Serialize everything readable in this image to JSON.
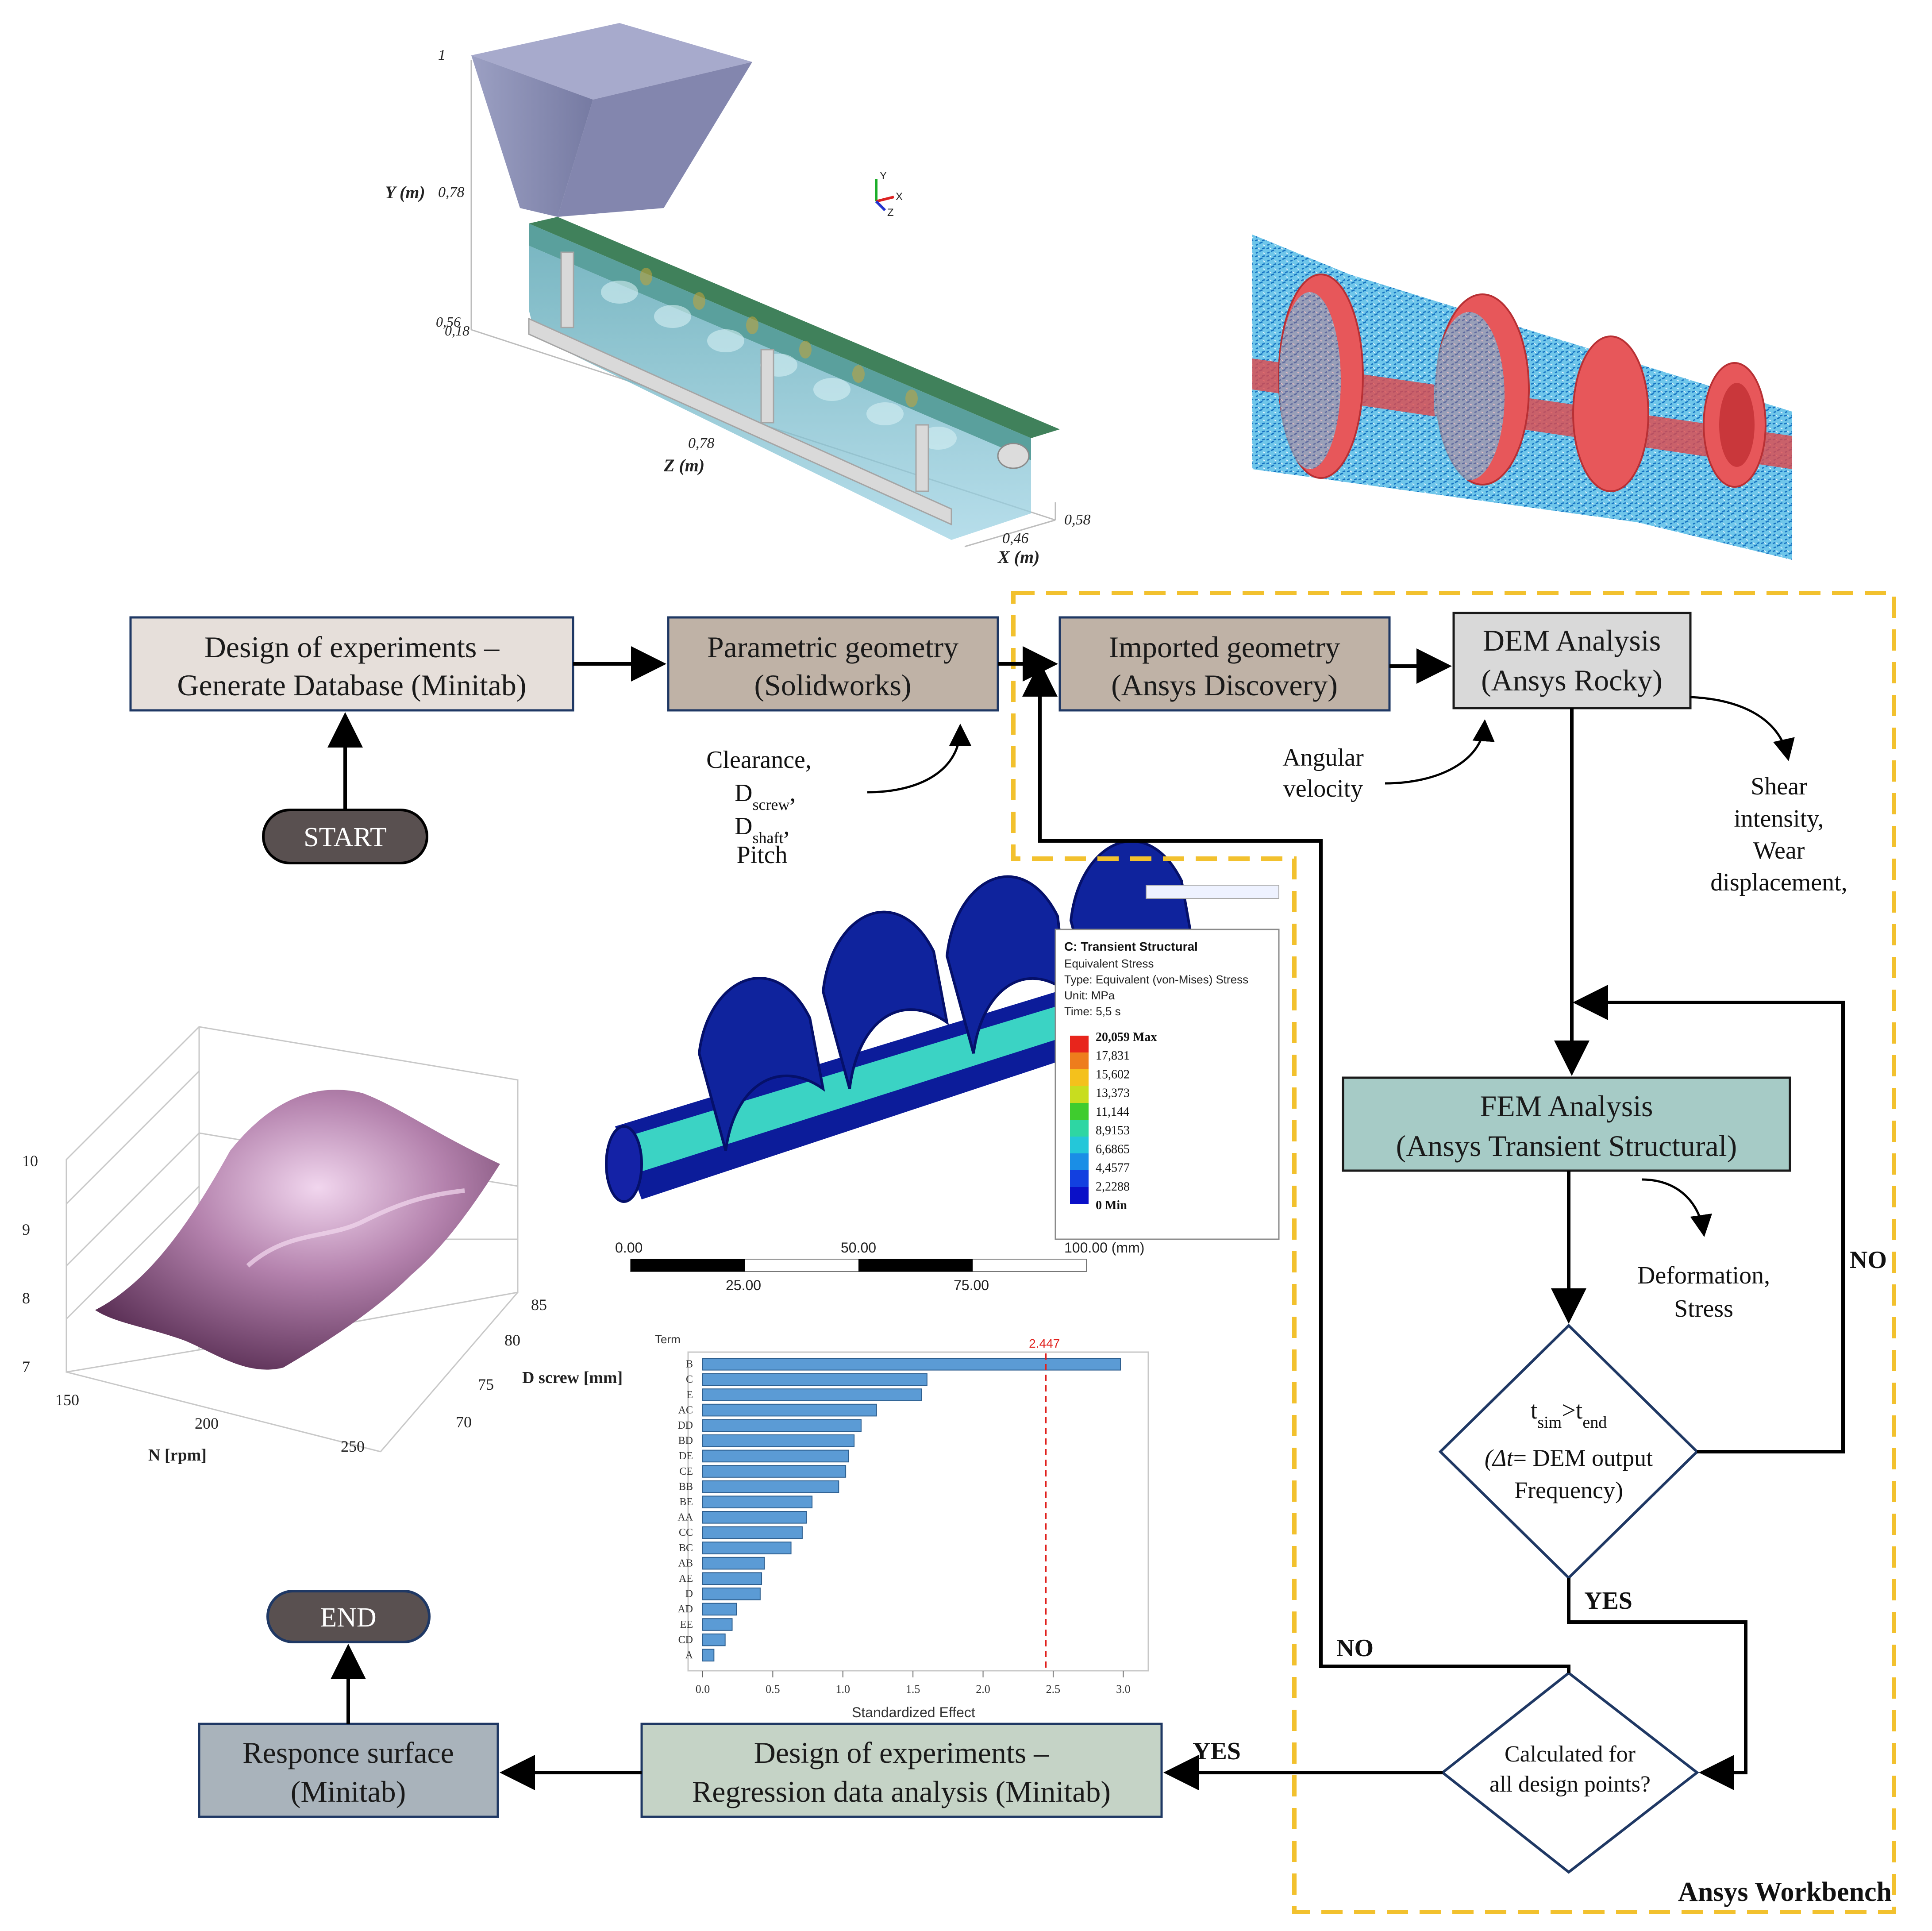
{
  "flowchart": {
    "doe_generate": {
      "line1": "Design of experiments –",
      "line2": "Generate Database (Minitab)"
    },
    "param_geom": {
      "line1": "Parametric geometry",
      "line2": "(Solidworks)"
    },
    "imported_geom": {
      "line1": "Imported geometry",
      "line2": "(Ansys Discovery)"
    },
    "dem": {
      "line1": "DEM Analysis",
      "line2": "(Ansys Rocky)"
    },
    "fem": {
      "line1": "FEM Analysis",
      "line2": "(Ansys Transient Structural)"
    },
    "doe_regression": {
      "line1": "Design of experiments –",
      "line2": "Regression data analysis (Minitab)"
    },
    "response_surface": {
      "line1": "Responce surface",
      "line2": "(Minitab)"
    },
    "start": "START",
    "end": "END",
    "params_input": {
      "clearance": "Clearance,",
      "dscrew": "D",
      "dscrew_sub": "screw",
      "dscrew_comma": ",",
      "dshaft": "D",
      "dshaft_sub": "shaft",
      "dshaft_comma": ",",
      "pitch": "Pitch"
    },
    "angular_input": {
      "line1": "Angular",
      "line2": "velocity"
    },
    "dem_output": {
      "line1": "Shear",
      "line2": "intensity,",
      "line3": "Wear",
      "line4": "displacement,"
    },
    "fem_output": {
      "line1": "Deformation,",
      "line2": "Stress"
    },
    "decision_time": {
      "t": "t",
      "sim": "sim",
      "gt": ">t",
      "end": "end",
      "line2a": "(Δt",
      "line2b": "= DEM output",
      "line3": "Frequency)"
    },
    "decision_points": {
      "line1": "Calculated for",
      "line2": "all design points?"
    },
    "yes": "YES",
    "no": "NO",
    "workbench": "Ansys Workbench"
  },
  "conveyor_axes": {
    "y_label": "Y (m)",
    "z_label": "Z (m)",
    "x_label": "X (m)",
    "y_top": "1",
    "y_mid": "0,78",
    "y_low": "0,56",
    "z_low": "0,18",
    "z_mid": "0,78",
    "x_mid": "0,46",
    "x_end": "0,58",
    "triad_y": "Y",
    "triad_x": "X",
    "triad_z": "Z"
  },
  "fem_legend": {
    "title": "C: Transient Structural",
    "lines": [
      "Equivalent Stress",
      "Type: Equivalent (von-Mises) Stress",
      "Unit: MPa",
      "Time: 5,5 s"
    ],
    "values": [
      "20,059 Max",
      "17,831",
      "15,602",
      "13,373",
      "11,144",
      "8,9153",
      "6,6865",
      "4,4577",
      "2,2288",
      "0 Min"
    ],
    "colors": [
      "#e8251c",
      "#ee7d1c",
      "#f4c11c",
      "#c8dd1f",
      "#3fcc2e",
      "#2ed6a3",
      "#24c7d9",
      "#1a8ee6",
      "#1240e0",
      "#0a10c8"
    ],
    "scale_labels": [
      "0.00",
      "50.00",
      "100.00 (mm)",
      "25.00",
      "75.00"
    ]
  },
  "surface_axes": {
    "z_ticks": [
      "10",
      "9",
      "8",
      "7"
    ],
    "x_ticks": [
      "150",
      "200",
      "250"
    ],
    "x_label": "N [rpm]",
    "y_ticks": [
      "85",
      "80",
      "75",
      "70"
    ],
    "y_label": "D screw [mm]"
  },
  "chart_data": {
    "type": "bar",
    "orientation": "horizontal",
    "title": "",
    "ylabel": "Term",
    "xlabel": "Standardized Effect",
    "categories": [
      "B",
      "C",
      "E",
      "AC",
      "DD",
      "BD",
      "DE",
      "CE",
      "BB",
      "BE",
      "AA",
      "CC",
      "BC",
      "AB",
      "AE",
      "D",
      "AD",
      "EE",
      "CD",
      "A"
    ],
    "values": [
      2.98,
      1.6,
      1.56,
      1.24,
      1.13,
      1.08,
      1.04,
      1.02,
      0.97,
      0.78,
      0.74,
      0.71,
      0.63,
      0.44,
      0.42,
      0.41,
      0.24,
      0.21,
      0.16,
      0.08
    ],
    "xlim": [
      0,
      3.1
    ],
    "xticks": [
      "0.0",
      "0.5",
      "1.0",
      "1.5",
      "2.0",
      "2.5",
      "3.0"
    ],
    "reference_line": {
      "value": 2.447,
      "label": "2.447",
      "color": "#e0201c"
    },
    "bar_color": "#5b9bd5"
  }
}
